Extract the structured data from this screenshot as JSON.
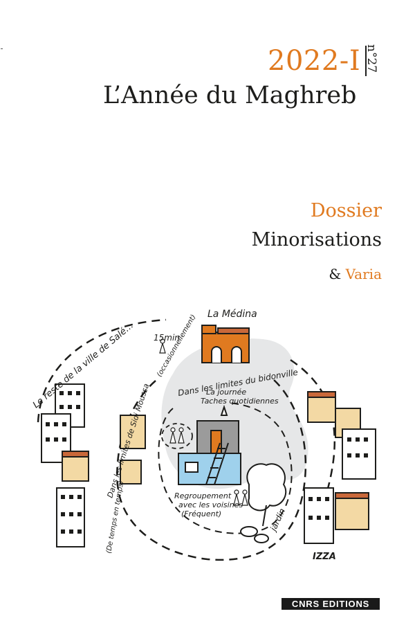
{
  "issue": {
    "year": "2022-I",
    "number": "n°27"
  },
  "journal_title": "L’Année du Maghreb",
  "dossier": {
    "label": "Dossier",
    "theme": "Minorisations"
  },
  "varia": {
    "ampersand": "&",
    "label": "Varia"
  },
  "illustration": {
    "labels": {
      "medina": "La Médina",
      "rest_of_sale": "Le reste de la ville de Salé…",
      "sidi_moussa": "Dans les limites de Sidi Moussa",
      "de_temps": "(De temps en temps)",
      "time": "15min",
      "occasionally": "(occasionnellement)",
      "bidonville": "Dans les limites du bidonville",
      "journee": "La journée",
      "taches": "Taches quotidiennes",
      "regroupement": "Regroupement",
      "voisines": "avec les voisines",
      "frequent": "(Fréquent)",
      "jardin": "jardin",
      "signature": "IZZA"
    },
    "colors": {
      "orange": "#e07a20",
      "blue": "#9fd1ec",
      "grey_blob": "#e6e7e8",
      "beige": "#f3d9a4",
      "brick": "#c9683a"
    }
  },
  "publisher": "CNRS EDITIONS"
}
